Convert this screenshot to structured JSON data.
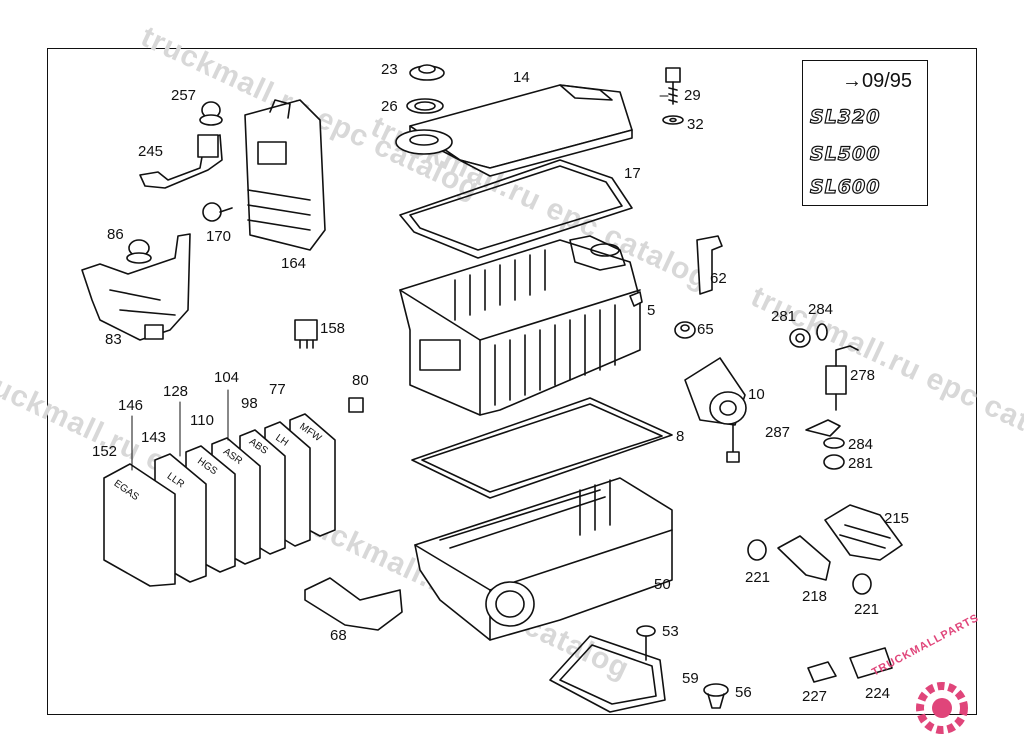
{
  "legend": {
    "date": "09/95",
    "models": [
      "SL320",
      "SL500",
      "SL600"
    ]
  },
  "watermark": "truckmall.ru epc catalog",
  "brand": "TRUCKMALLPARTS",
  "labels": {
    "p23": "23",
    "p26": "26",
    "p14": "14",
    "p29": "29",
    "p32": "32",
    "p257": "257",
    "p245": "245",
    "p170": "170",
    "p164": "164",
    "p86": "86",
    "p83": "83",
    "p17": "17",
    "p62": "62",
    "p5": "5",
    "p65": "65",
    "p281a": "281",
    "p284a": "284",
    "p278": "278",
    "p158": "158",
    "p80": "80",
    "p104": "104",
    "p128": "128",
    "p98": "98",
    "p77": "77",
    "p146": "146",
    "p110": "110",
    "p143": "143",
    "p152": "152",
    "p10": "10",
    "p287": "287",
    "p284b": "284",
    "p281b": "281",
    "p8": "8",
    "p215": "215",
    "p221a": "221",
    "p218": "218",
    "p221b": "221",
    "p50": "50",
    "p68": "68",
    "p53": "53",
    "p59": "59",
    "p56": "56",
    "p227": "227",
    "p224": "224"
  },
  "module_labels": [
    "EGAS",
    "LLR",
    "HGS",
    "ASR",
    "ABS",
    "LH",
    "MFW"
  ],
  "colors": {
    "ink": "#111111",
    "watermark": "#d8d8d8",
    "brand": "#e0457a"
  }
}
